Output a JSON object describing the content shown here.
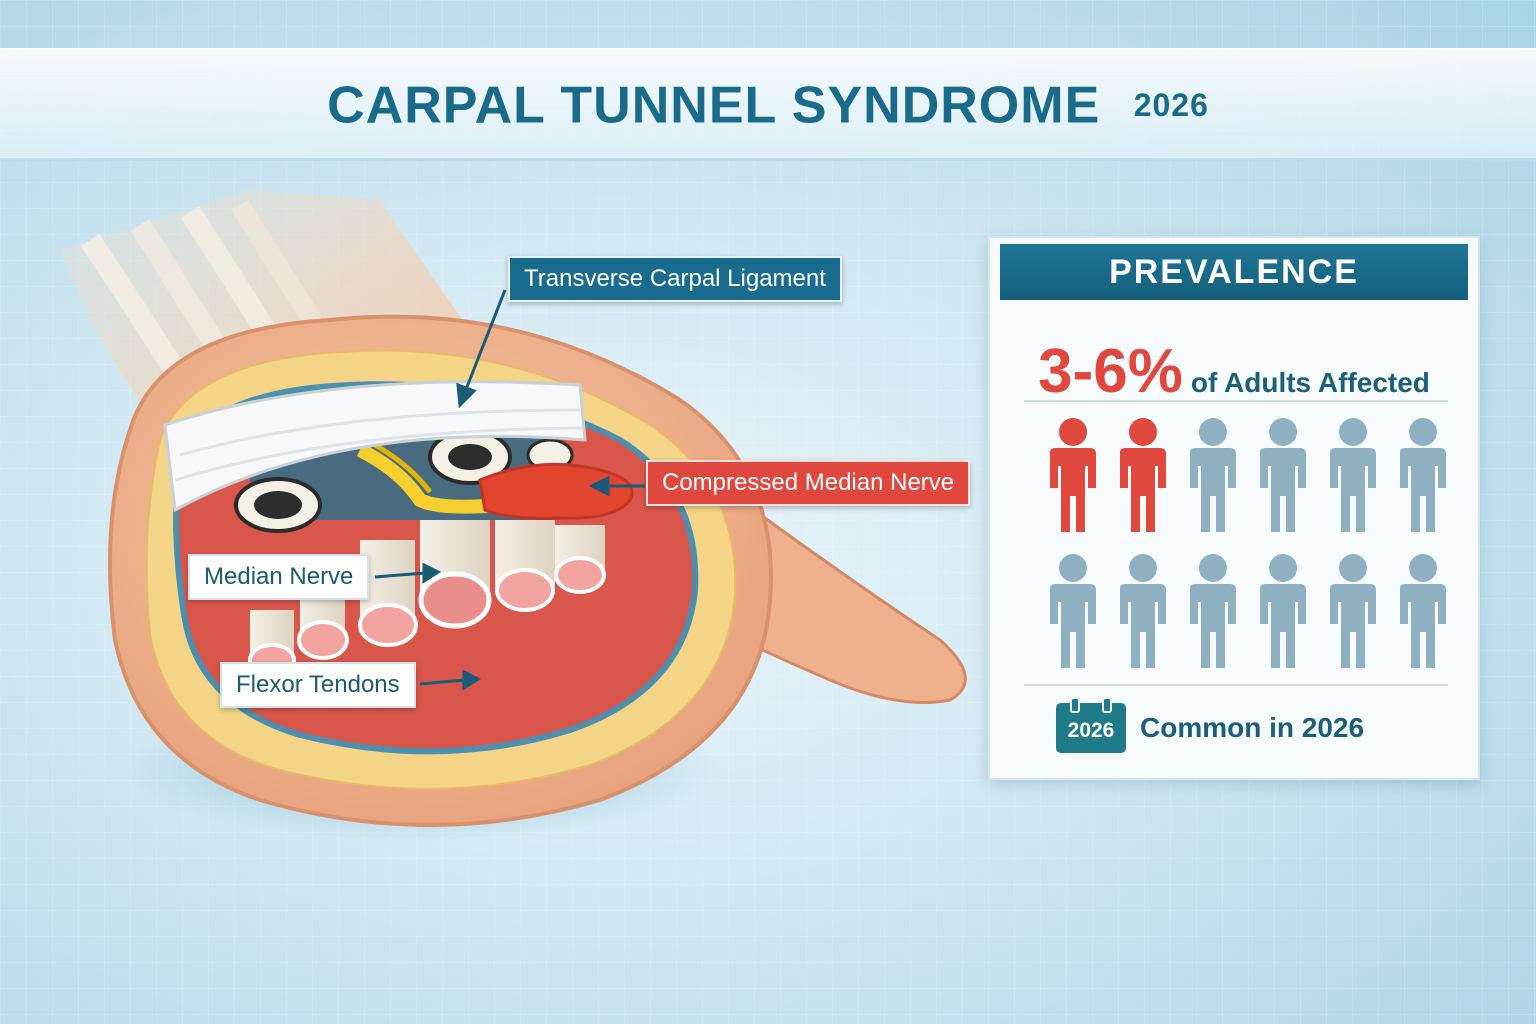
{
  "header": {
    "title": "CARPAL TUNNEL SYNDROME",
    "year": "2026"
  },
  "anatomy_labels": {
    "ligament": "Transverse Carpal Ligament",
    "compressed_nerve": "Compressed Median Nerve",
    "median_nerve": "Median Nerve",
    "flexor_tendons": "Flexor Tendons"
  },
  "prevalence": {
    "heading": "PREVALENCE",
    "percent": "3-6%",
    "description": "of Adults Affected",
    "people_total": 12,
    "people_highlighted": 2,
    "calendar_year": "2026",
    "footer_text": "Common in 2026"
  },
  "colors": {
    "title": "#1a6b8a",
    "accent_red": "#e0483e",
    "person_gray": "#8fb0c0",
    "panel_header": "#1a6b8a"
  }
}
